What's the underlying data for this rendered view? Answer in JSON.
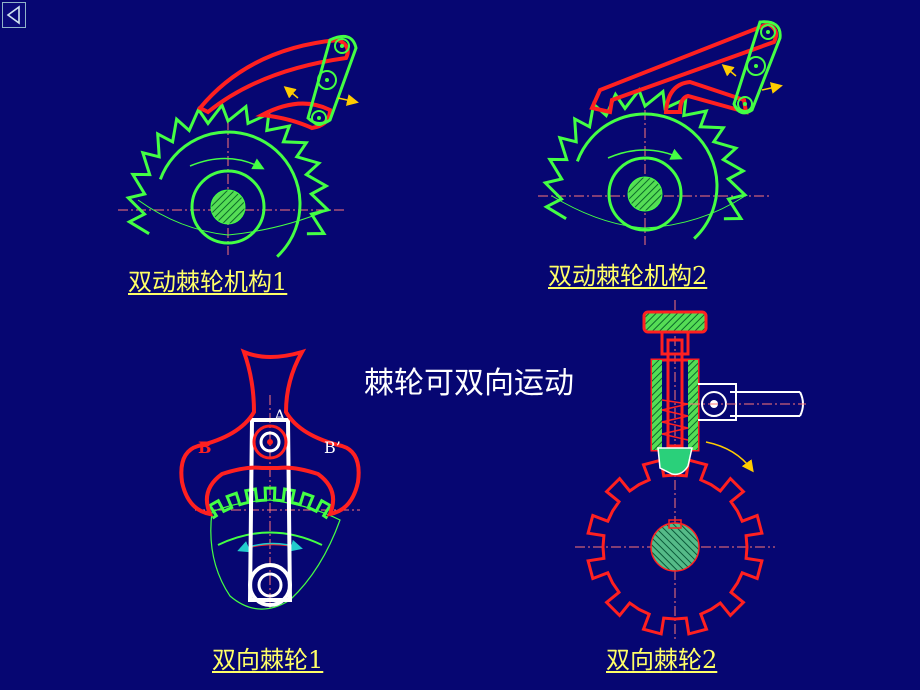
{
  "navigation": {
    "back_icon": "triangle-left-icon"
  },
  "captions": {
    "double_acting_1": "双动棘轮机构1",
    "double_acting_2": "双动棘轮机构2",
    "bidirectional_1": "双向棘轮1",
    "bidirectional_2": "双向棘轮2"
  },
  "center_note": "棘轮可双向运动",
  "labels": {
    "a": "A",
    "b": "B",
    "b_prime": "B’"
  },
  "colors": {
    "background": "#060672",
    "wheel": "#44ff44",
    "pawl": "#ff2020",
    "arm": "#ffffff",
    "caption": "#ffff66",
    "arrow": "#ffcc00",
    "centerline": "#ff7777"
  }
}
